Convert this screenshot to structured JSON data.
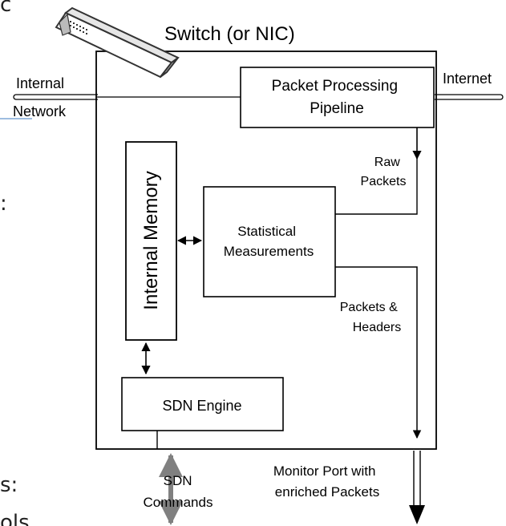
{
  "diagram": {
    "title": "Switch (or NIC)",
    "left_port": [
      "Internal",
      "Network"
    ],
    "right_port": "Internet",
    "pipeline": [
      "Packet Processing",
      "Pipeline"
    ],
    "raw_packets": [
      "Raw",
      "Packets"
    ],
    "memory": "Internal Memory",
    "stats": [
      "Statistical",
      "Measurements"
    ],
    "packets_headers": [
      "Packets &",
      "Headers"
    ],
    "sdn_engine": "SDN Engine",
    "sdn_commands": [
      "SDN",
      "Commands"
    ],
    "monitor_port": [
      "Monitor Port with",
      "enriched Packets"
    ]
  },
  "slide_fragments": [
    "c",
    ":",
    "s:",
    "ols"
  ],
  "colors": {
    "stroke": "#000000",
    "grey_arrow": "#808080",
    "slide_rule": "#7fa7d6"
  },
  "icons": {
    "switch": "network-switch-icon"
  }
}
